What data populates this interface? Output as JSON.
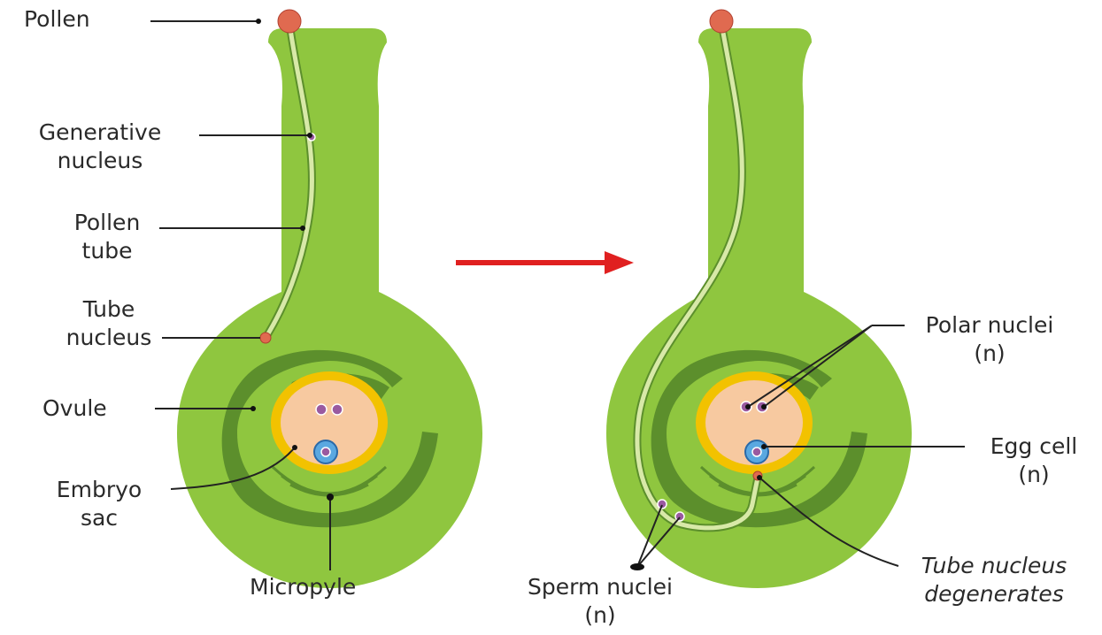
{
  "colors": {
    "tissue": "#8fc63f",
    "tissue_dark": "#5c8f2c",
    "tube": "#d8e9a8",
    "sac_ring": "#f2c200",
    "sac_fill": "#f7c9a0",
    "nucleus": "#9a5aa0",
    "egg": "#5aa8e0",
    "pollen": "#e06a50",
    "arrow": "#e02020"
  },
  "left": {
    "pollen": "Pollen",
    "generative_1": "Generative",
    "generative_2": "nucleus",
    "pollen_tube_1": "Pollen",
    "pollen_tube_2": "tube",
    "tube_nucleus_1": "Tube",
    "tube_nucleus_2": "nucleus",
    "ovule": "Ovule",
    "embryo_1": "Embryo",
    "embryo_2": "sac",
    "micropyle": "Micropyle"
  },
  "right": {
    "polar_1": "Polar nuclei",
    "polar_2": "(n)",
    "egg_1": "Egg cell",
    "egg_2": "(n)",
    "tube_deg_1": "Tube nucleus",
    "tube_deg_2": "degenerates",
    "sperm_1": "Sperm nuclei",
    "sperm_2": "(n)"
  }
}
